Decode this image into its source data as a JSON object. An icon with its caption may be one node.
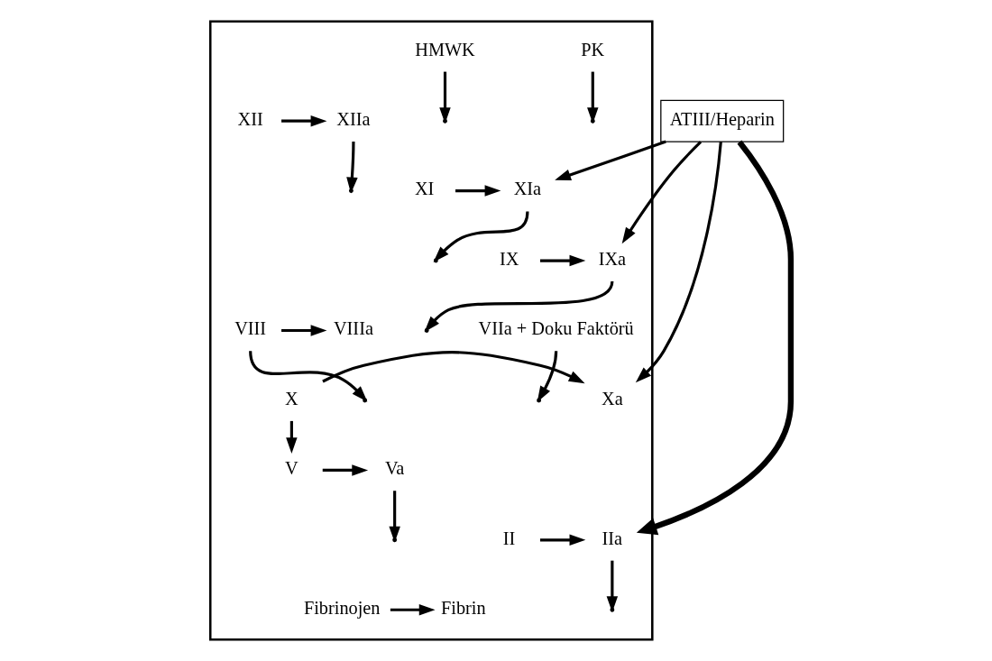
{
  "diagram": {
    "nodes": [
      {
        "text": [],
        "shape": "box"
      },
      {
        "text": [
          "PK"
        ],
        "in": 0
      },
      {
        "text": [
          "HMWK"
        ],
        "in": 0
      },
      {
        "text": [
          "XII"
        ],
        "in": 0
      },
      {
        "text": [
          "XIIa"
        ],
        "in": 0
      },
      {
        "text": [
          "XI"
        ],
        "in": 0
      },
      {
        "text": [
          "XIa"
        ],
        "in": 0
      },
      {
        "text": [
          "VIIa + Doku Faktörü"
        ],
        "in": 0
      },
      {
        "text": [
          "IX"
        ],
        "in": 0
      },
      {
        "text": [
          "IXa"
        ],
        "in": 0
      },
      {
        "text": [
          "VIII"
        ],
        "in": 0
      },
      {
        "text": [
          "VIIIa"
        ],
        "in": 0
      },
      {
        "text": [
          "X"
        ],
        "in": 0
      },
      {
        "text": [
          "Xa"
        ],
        "in": 0
      },
      {
        "text": [
          "V"
        ],
        "in": 0
      },
      {
        "text": [
          "Va"
        ],
        "in": 0
      },
      {
        "text": [
          "II"
        ],
        "in": 0
      },
      {
        "text": [
          "IIa"
        ],
        "in": 0
      },
      {
        "text": [
          "Fibrinojen"
        ],
        "in": 0
      },
      {
        "text": [
          "Fibrin"
        ],
        "in": 0
      },
      {
        "text": [
          "ATIII/Heparin"
        ]
      }
    ],
    "edges": [
      {
        "from": 1,
        "to": null,
        "arrow": "to"
      },
      {
        "from": 2,
        "to": null,
        "arrow": "to"
      },
      {
        "from": 3,
        "to": 4,
        "arrow": "to"
      },
      {
        "from": 4,
        "to": null,
        "arrow": "to"
      },
      {
        "from": 5,
        "to": 6,
        "arrow": "to"
      },
      {
        "from": 6,
        "to": null,
        "arrow": "to"
      },
      {
        "from": 8,
        "to": 9,
        "arrow": "to"
      },
      {
        "from": 9,
        "to": null,
        "arrow": "to"
      },
      {
        "from": 10,
        "to": 11,
        "arrow": "to"
      },
      {
        "from": 7,
        "to": null,
        "arrow": "to"
      },
      {
        "from": 10,
        "to": null,
        "arrow": "to"
      },
      {
        "from": 12,
        "to": 13,
        "arrow": "to"
      },
      {
        "from": 12,
        "to": 14,
        "arrow": "to"
      },
      {
        "from": 14,
        "to": 15,
        "arrow": "to"
      },
      {
        "from": 15,
        "to": null,
        "arrow": "to"
      },
      {
        "from": 16,
        "to": 17,
        "arrow": "to"
      },
      {
        "from": 17,
        "to": null,
        "arrow": "to"
      },
      {
        "from": 18,
        "to": 19,
        "arrow": "to"
      },
      {
        "from": 20,
        "to": 6,
        "arrow": "to"
      },
      {
        "from": 20,
        "to": 9,
        "arrow": "to"
      },
      {
        "from": 20,
        "to": 13,
        "arrow": "to"
      },
      {
        "from": 20,
        "to": 17,
        "arrow": "to",
        "style": "thick"
      }
    ]
  }
}
